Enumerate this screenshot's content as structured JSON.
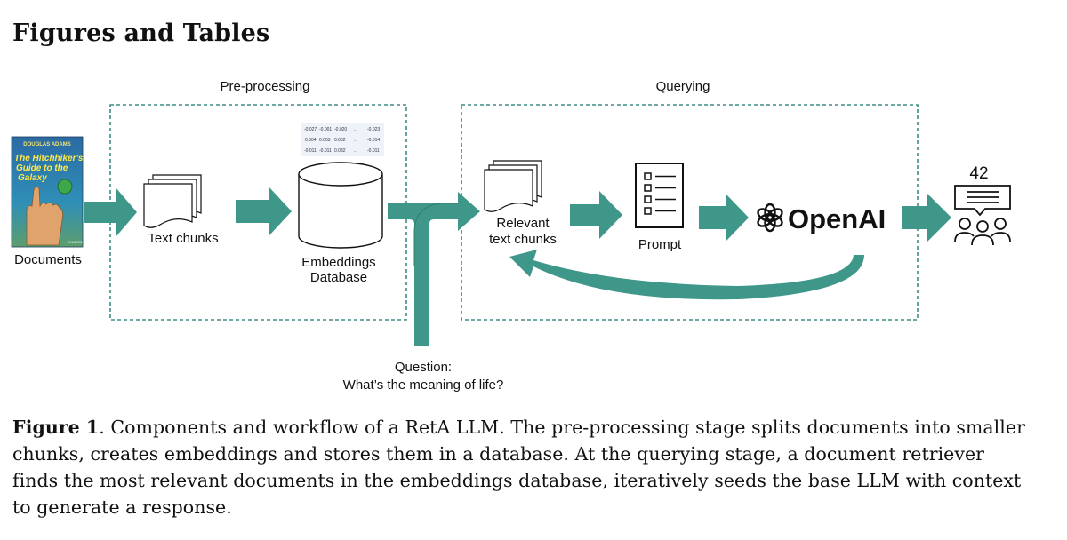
{
  "section": {
    "heading": "Figures and Tables"
  },
  "diagram": {
    "stage_pre": "Pre-processing",
    "stage_query": "Querying",
    "book": {
      "author": "DOUGLAS ADAMS",
      "title_line1": "The Hitchhiker's",
      "title_line2": "Guide to the",
      "title_line3": "Galaxy",
      "footer": "A NOVEL"
    },
    "documents_label": "Documents",
    "text_chunks_label": "Text chunks",
    "embeddings_label_1": "Embeddings",
    "embeddings_label_2": "Database",
    "embedding_rows": [
      [
        "-0.027",
        "-0.001",
        "-0.020",
        "...",
        "-0.023"
      ],
      [
        "0.004",
        "0.003",
        "0.002",
        "...",
        "-0.014"
      ],
      [
        "-0.011",
        "-0.011",
        "0.032",
        "...",
        "-0.011"
      ]
    ],
    "relevant_label_1": "Relevant",
    "relevant_label_2": "text chunks",
    "prompt_label": "Prompt",
    "openai_label": "OpenAI",
    "answer_label": "42",
    "question_label_1": "Question:",
    "question_label_2": "What’s the meaning of life?",
    "colors": {
      "teal": "#3f978a",
      "dash": "#3e8e86"
    }
  },
  "caption": {
    "figure_label": "Figure 1",
    "text": ". Components and workflow of a RetA LLM. The pre-processing stage splits documents into smaller chunks, creates embeddings and stores them in a database. At the querying stage, a document retriever finds the most relevant documents in the embeddings database, iteratively seeds the base LLM with context to generate a response."
  }
}
